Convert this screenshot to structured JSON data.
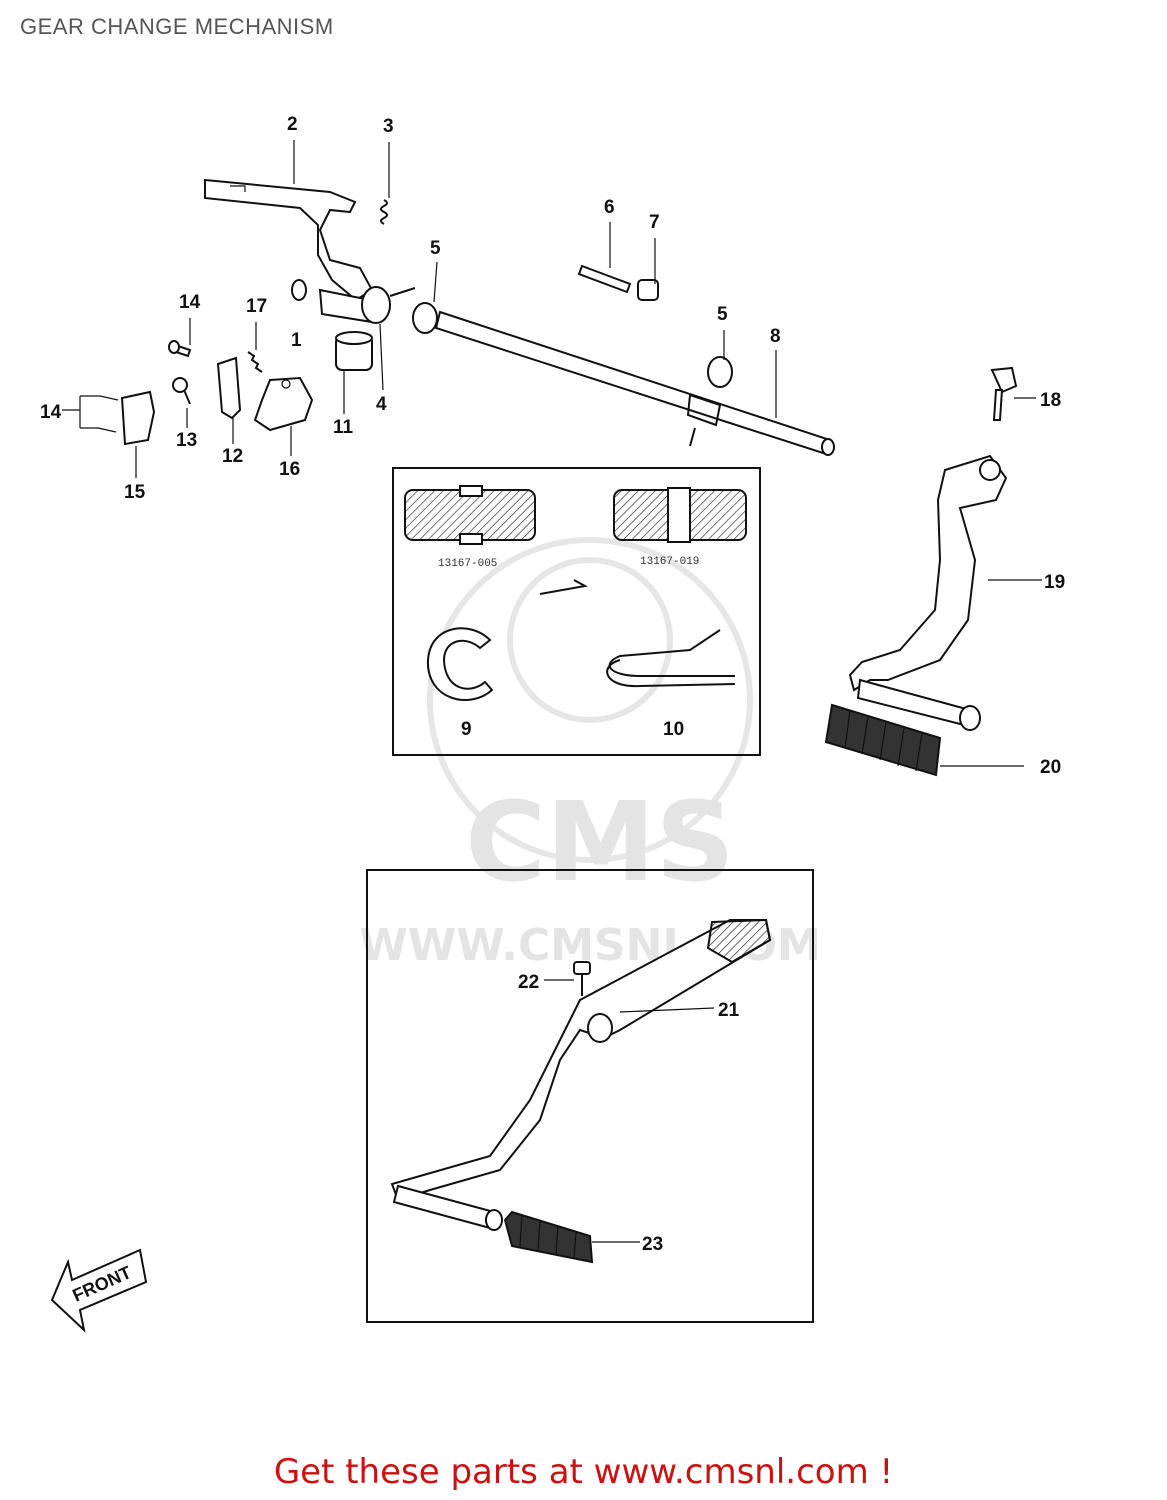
{
  "header": {
    "title": "GEAR CHANGE MECHANISM"
  },
  "watermark": {
    "brand": "CMS",
    "url": "WWW.CMSNL.COM"
  },
  "inset": {
    "code_left": "13167-005",
    "code_right": "13167-019"
  },
  "front_marker": "FRONT",
  "callouts": {
    "c1": "1",
    "c2": "2",
    "c3": "3",
    "c4": "4",
    "c5a": "5",
    "c5b": "5",
    "c6": "6",
    "c7": "7",
    "c8": "8",
    "c9": "9",
    "c10": "10",
    "c11": "11",
    "c12": "12",
    "c13": "13",
    "c14a": "14",
    "c14b": "14",
    "c15": "15",
    "c16": "16",
    "c17": "17",
    "c18": "18",
    "c19": "19",
    "c20": "20",
    "c21": "21",
    "c22": "22",
    "c23": "23"
  },
  "footer": {
    "cta": "Get these parts at www.cmsnl.com !"
  },
  "colors": {
    "accent": "#cc1111",
    "title": "#555555",
    "ink": "#111111"
  }
}
